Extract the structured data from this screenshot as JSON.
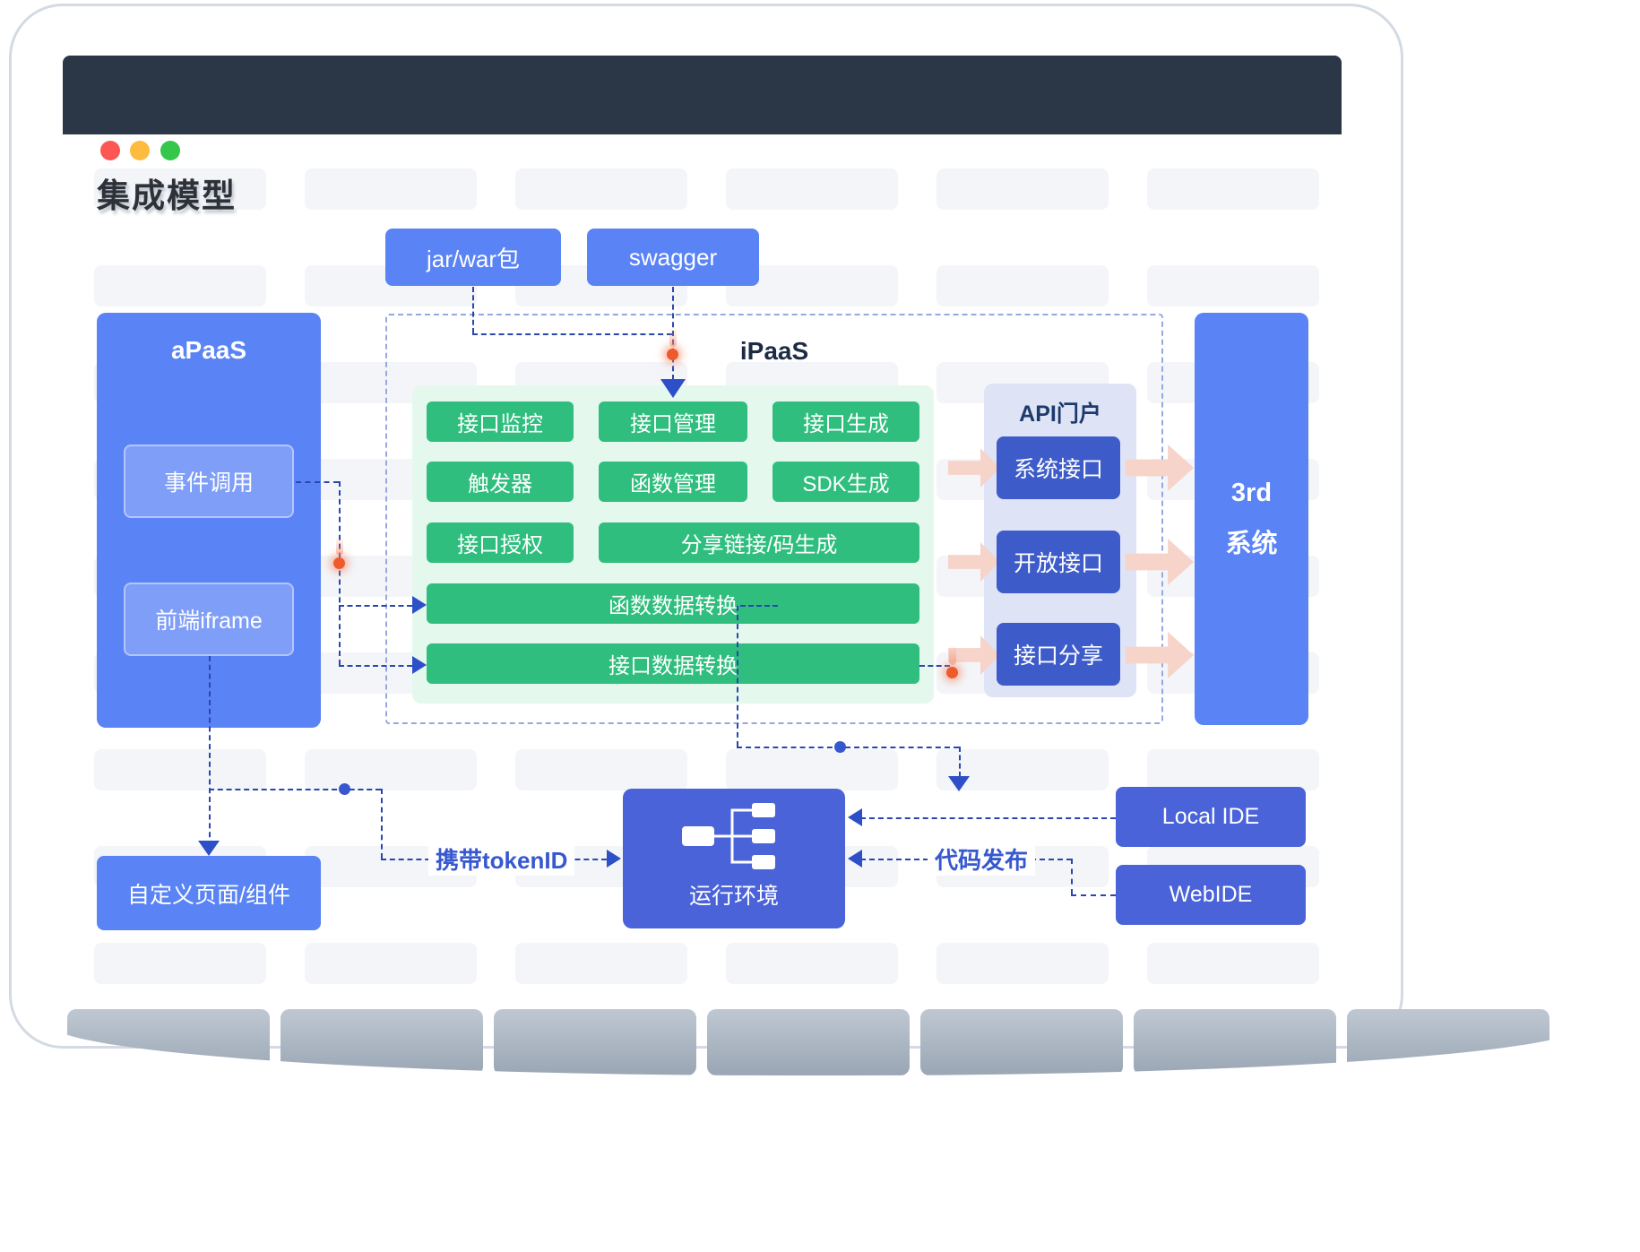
{
  "page": {
    "title": "集成模型"
  },
  "sources": [
    {
      "label": "jar/war包"
    },
    {
      "label": "swagger"
    }
  ],
  "apaas": {
    "title": "aPaaS",
    "items": [
      {
        "label": "事件调用"
      },
      {
        "label": "前端iframe"
      }
    ]
  },
  "ipaas": {
    "title": "iPaaS",
    "row1": [
      "接口监控",
      "接口管理",
      "接口生成"
    ],
    "row2": [
      "触发器",
      "函数管理",
      "SDK生成"
    ],
    "row3": [
      "接口授权",
      "分享链接/码生成"
    ],
    "wide": [
      "函数数据转换",
      "接口数据转换"
    ]
  },
  "api_portal": {
    "title": "API门户",
    "items": [
      "系统接口",
      "开放接口",
      "接口分享"
    ]
  },
  "third_system": {
    "line1": "3rd",
    "line2": "系统"
  },
  "custom_page": {
    "label": "自定义页面/组件"
  },
  "runtime": {
    "label": "运行环境"
  },
  "ides": [
    {
      "label": "Local IDE"
    },
    {
      "label": "WebIDE"
    }
  ],
  "edge_labels": {
    "token": "携带tokenID",
    "deploy": "代码发布"
  },
  "colors": {
    "primary_blue": "#5a83f5",
    "green": "#2fbe7e",
    "green_panel": "#e5f8ee",
    "navy_button": "#3e5cc9",
    "portal_panel": "#dee4f5",
    "runtime_blue": "#4a63d9",
    "dashed_line": "#2a47ae",
    "pink_arrow": "#f6d4ca",
    "header_bar": "#2b3747",
    "traffic_red": "#fc5753",
    "traffic_yellow": "#fdbc40",
    "traffic_green": "#34c749",
    "orange_dot": "#ef5a2c"
  }
}
